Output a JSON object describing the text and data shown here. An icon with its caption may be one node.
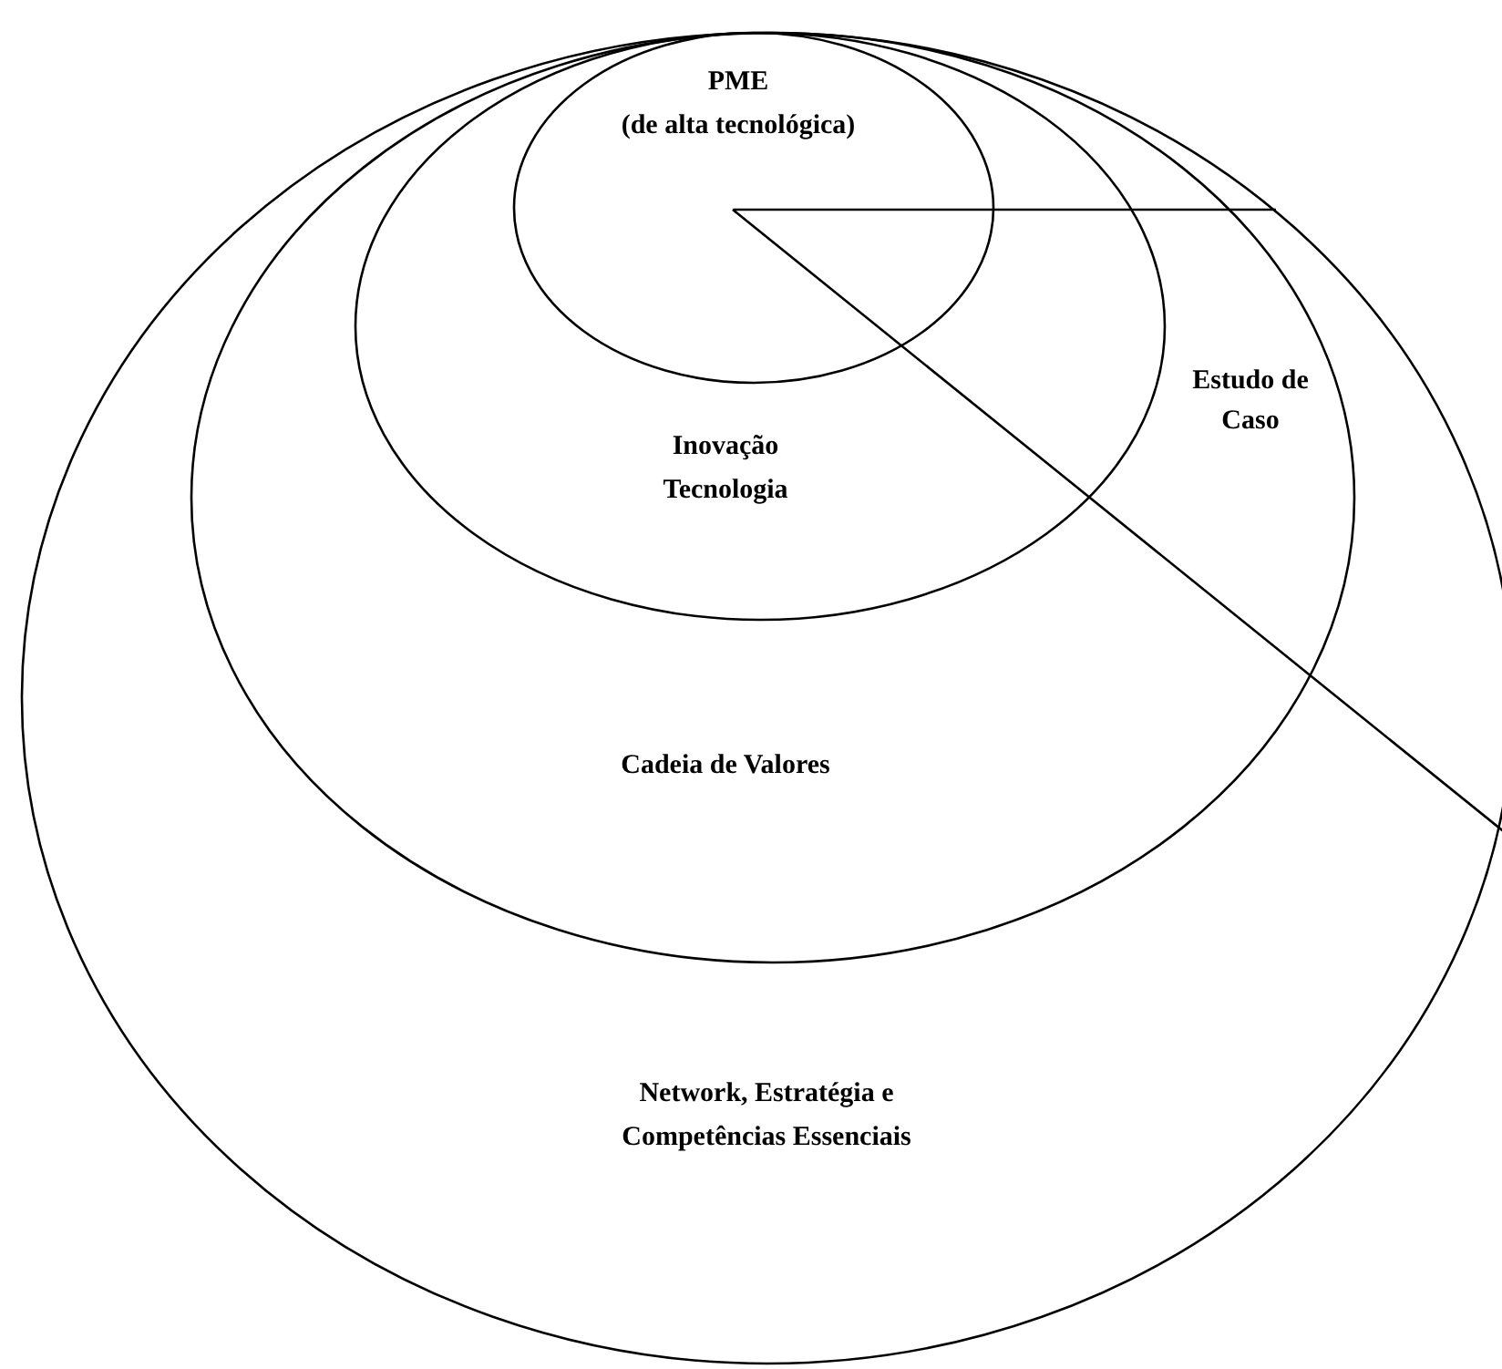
{
  "diagram": {
    "nodes": [
      {
        "text": [
          "Network, Estratégia e Competências Essenciais"
        ]
      },
      {
        "text": [
          "Cadeia de Valores"
        ],
        "in": 0
      },
      {
        "text": [
          "Inovação Tecnologia"
        ],
        "in": 1
      },
      {
        "text": [
          "PME",
          "(de alta tecnológica)"
        ],
        "in": 2
      }
    ],
    "labels": [
      "Estudo de Caso"
    ]
  }
}
